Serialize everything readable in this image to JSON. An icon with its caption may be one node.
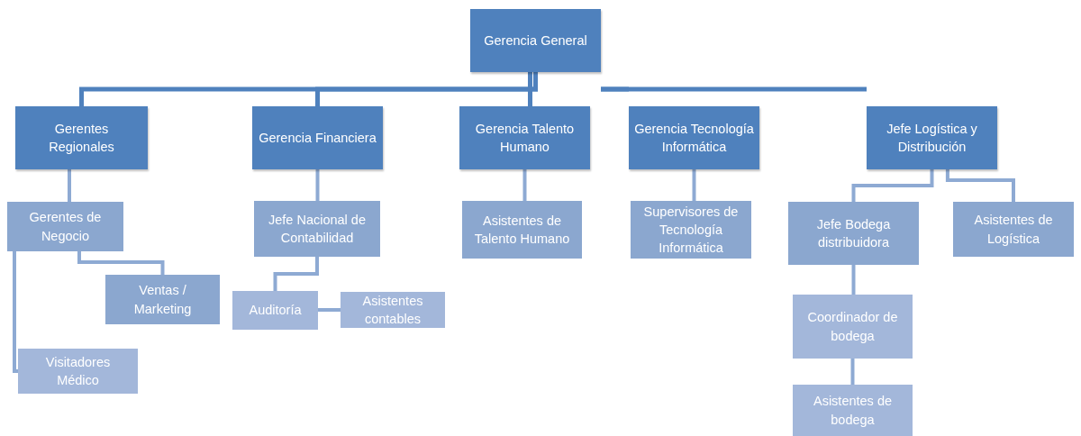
{
  "diagram": {
    "nodes": [
      {
        "text": [
          "Gerencia General"
        ]
      },
      {
        "text": [
          "Gerentes Regionales"
        ]
      },
      {
        "text": [
          "Gerencia Financiera"
        ]
      },
      {
        "text": [
          "Gerencia Talento Humano"
        ]
      },
      {
        "text": [
          "Gerencia Tecnología Informática"
        ]
      },
      {
        "text": [
          "Jefe Logística y Distribución"
        ]
      },
      {
        "text": [
          "Gerentes de Negocio"
        ]
      },
      {
        "text": [
          "Ventas / Marketing"
        ]
      },
      {
        "text": [
          "Visitadores Médico"
        ]
      },
      {
        "text": [
          "Jefe Nacional de Contabilidad"
        ]
      },
      {
        "text": [
          "Auditoría"
        ]
      },
      {
        "text": [
          "Asistentes contables"
        ]
      },
      {
        "text": [
          "Asistentes de Talento Humano"
        ]
      },
      {
        "text": [
          "Supervisores de Tecnología Informática"
        ]
      },
      {
        "text": [
          "Jefe Bodega distribuidora"
        ]
      },
      {
        "text": [
          "Asistentes de Logística"
        ]
      },
      {
        "text": [
          "Coordinador de bodega"
        ]
      },
      {
        "text": [
          "Asistentes de bodega"
        ]
      }
    ],
    "edges": [
      {
        "from": 0,
        "to": 1,
        "arrow": "none"
      },
      {
        "from": 0,
        "to": 2,
        "arrow": "none"
      },
      {
        "from": 0,
        "to": 3,
        "arrow": "none"
      },
      {
        "from": 0,
        "to": 4,
        "arrow": "none"
      },
      {
        "from": 0,
        "to": 5,
        "arrow": "none"
      },
      {
        "from": 1,
        "to": 6,
        "arrow": "none"
      },
      {
        "from": 6,
        "to": 7,
        "arrow": "none"
      },
      {
        "from": 6,
        "to": 8,
        "arrow": "none"
      },
      {
        "from": 2,
        "to": 9,
        "arrow": "none"
      },
      {
        "from": 9,
        "to": 10,
        "arrow": "none"
      },
      {
        "from": 10,
        "to": 11,
        "arrow": "none"
      },
      {
        "from": 3,
        "to": 12,
        "arrow": "none"
      },
      {
        "from": 4,
        "to": 13,
        "arrow": "none"
      },
      {
        "from": 5,
        "to": 14,
        "arrow": "none"
      },
      {
        "from": 5,
        "to": 15,
        "arrow": "none"
      },
      {
        "from": 14,
        "to": 16,
        "arrow": "none"
      },
      {
        "from": 16,
        "to": 17,
        "arrow": "none"
      }
    ]
  }
}
